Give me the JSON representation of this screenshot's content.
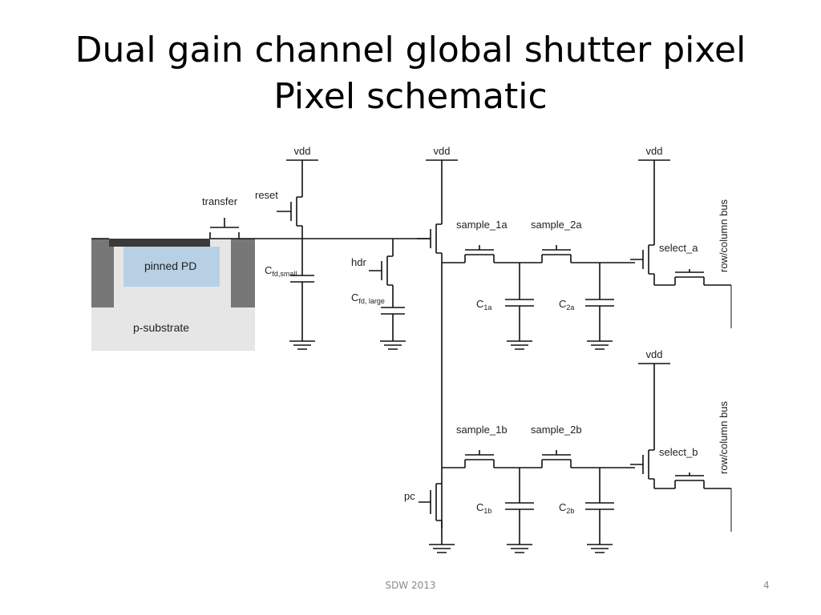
{
  "slide": {
    "title_line1": "Dual gain channel global shutter pixel",
    "title_line2": "Pixel schematic",
    "footer_text": "SDW 2013",
    "page_number": "4"
  },
  "diagram": {
    "labels": {
      "vdd": "vdd",
      "reset": "reset",
      "transfer": "transfer",
      "hdr": "hdr",
      "pinned_pd": "pinned PD",
      "p_substrate": "p-substrate",
      "cfd_small_main": "C",
      "cfd_small_sub": "fd,small",
      "cfd_large_main": "C",
      "cfd_large_sub": "fd, large",
      "sample_1a": "sample_1a",
      "sample_2a": "sample_2a",
      "sample_1b": "sample_1b",
      "sample_2b": "sample_2b",
      "c1a_main": "C",
      "c1a_sub": "1a",
      "c2a_main": "C",
      "c2a_sub": "2a",
      "c1b_main": "C",
      "c1b_sub": "1b",
      "c2b_main": "C",
      "c2b_sub": "2b",
      "select_a": "select_a",
      "select_b": "select_b",
      "row_column_bus": "row/column bus",
      "pc": "pc"
    }
  }
}
